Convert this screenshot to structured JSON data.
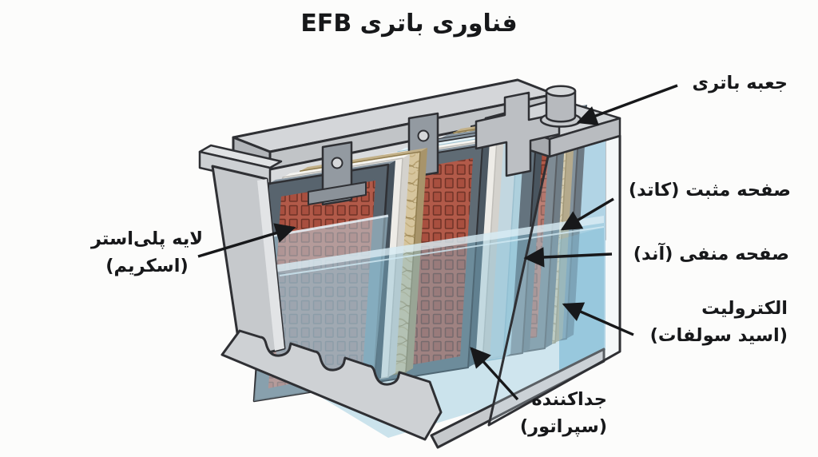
{
  "title": "فناوری باتری EFB",
  "labels": {
    "battery_box": "جعبه باتری",
    "positive_plate": "صفحه مثبت (کاتد)",
    "negative_plate": "صفحه منفی (آند)",
    "electrolyte_line1": "الکترولیت",
    "electrolyte_line2": "(اسید سولفات)",
    "polyester_line1": "لایه پلی‌استر",
    "polyester_line2": "(اسکریم)",
    "separator_line1": "جداکننده",
    "separator_line2": "(سپراتور)"
  },
  "colors": {
    "background": "#fcfcfb",
    "label_text": "#17181a",
    "case_gray": "#cdd0d3",
    "electrolyte_blue": "#8fc3da",
    "positive_plate_red": "#b25a49",
    "negative_plate_slate": "#64737e",
    "glass_mat_tan": "#d6c59d",
    "separator_white": "#eeece7"
  }
}
